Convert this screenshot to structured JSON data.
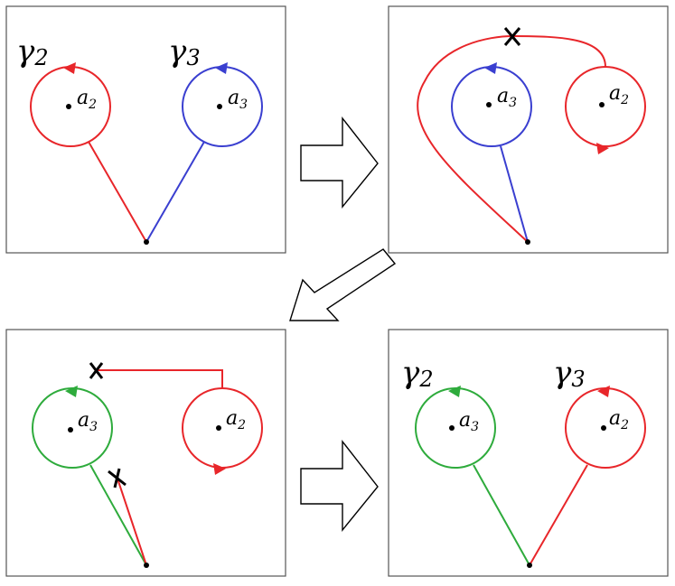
{
  "colors": {
    "red": "#e8262a",
    "blue": "#3a3fd0",
    "green": "#2eab3c",
    "black": "#000000"
  },
  "symbols": {
    "gamma": "γ",
    "a": "a",
    "cross": "cross-mark-icon",
    "arrow": "hollow-arrow-icon"
  },
  "panels": {
    "p1": {
      "gamma_left": {
        "sym": "γ",
        "sub": "2"
      },
      "gamma_right": {
        "sym": "γ",
        "sub": "3"
      },
      "point_left": {
        "sym": "a",
        "sub": "2"
      },
      "point_right": {
        "sym": "a",
        "sub": "3"
      }
    },
    "p2": {
      "point_left": {
        "sym": "a",
        "sub": "3"
      },
      "point_right": {
        "sym": "a",
        "sub": "2"
      }
    },
    "p3": {
      "point_left": {
        "sym": "a",
        "sub": "3"
      },
      "point_right": {
        "sym": "a",
        "sub": "2"
      }
    },
    "p4": {
      "gamma_left": {
        "sym": "γ",
        "sub": "2"
      },
      "gamma_right": {
        "sym": "γ",
        "sub": "3"
      },
      "point_left": {
        "sym": "a",
        "sub": "3"
      },
      "point_right": {
        "sym": "a",
        "sub": "2"
      }
    }
  }
}
